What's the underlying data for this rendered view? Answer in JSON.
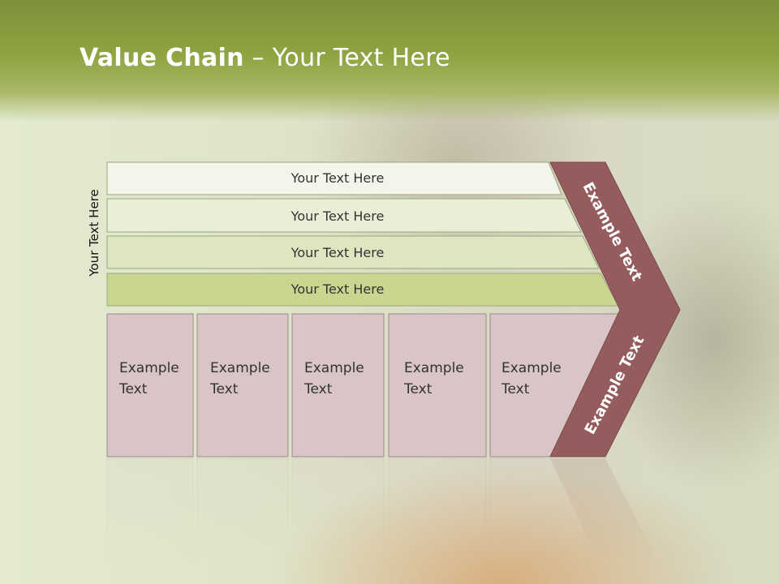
{
  "slide": {
    "title_bold": "Value Chain",
    "title_rest": " – Your Text Here",
    "vertical_label": "Your Text Here"
  },
  "support_bands": [
    {
      "label": "Your Text Here",
      "fill": "#f3f5ea"
    },
    {
      "label": "Your Text Here",
      "fill": "#e9eed6"
    },
    {
      "label": "Your Text Here",
      "fill": "#dde6bf"
    },
    {
      "label": "Your Text Here",
      "fill": "#c9d68f"
    }
  ],
  "primary_boxes": [
    {
      "line1": "Example",
      "line2": "Text"
    },
    {
      "line1": "Example",
      "line2": "Text"
    },
    {
      "line1": "Example",
      "line2": "Text"
    },
    {
      "line1": "Example",
      "line2": "Text"
    },
    {
      "line1": "Example",
      "line2": "Text"
    }
  ],
  "chevron": {
    "upper_label": "Example Text",
    "lower_label": "Example Text",
    "fill": "#955c5e"
  },
  "colors": {
    "box_fill": "#d9c4c6",
    "box_stroke": "#9b8b8d",
    "band_stroke": "#9aa67c",
    "header": "#8ea441"
  }
}
